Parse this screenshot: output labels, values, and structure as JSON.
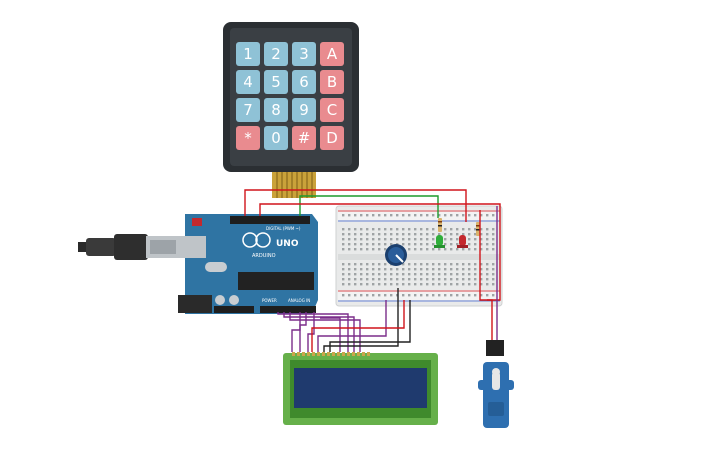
{
  "keypad": {
    "keys": [
      {
        "label": "1",
        "type": "digit"
      },
      {
        "label": "2",
        "type": "digit"
      },
      {
        "label": "3",
        "type": "digit"
      },
      {
        "label": "A",
        "type": "letter"
      },
      {
        "label": "4",
        "type": "digit"
      },
      {
        "label": "5",
        "type": "digit"
      },
      {
        "label": "6",
        "type": "digit"
      },
      {
        "label": "B",
        "type": "letter"
      },
      {
        "label": "7",
        "type": "digit"
      },
      {
        "label": "8",
        "type": "digit"
      },
      {
        "label": "9",
        "type": "digit"
      },
      {
        "label": "C",
        "type": "letter"
      },
      {
        "label": "*",
        "type": "letter"
      },
      {
        "label": "0",
        "type": "digit"
      },
      {
        "label": "#",
        "type": "letter"
      },
      {
        "label": "D",
        "type": "letter"
      }
    ],
    "colors": {
      "body": "#2b2f33",
      "digit": "#8fc2d6",
      "letter": "#e98b8f"
    }
  },
  "arduino": {
    "brand": "ARDUINO",
    "model": "UNO",
    "power_label": "POWER",
    "analog_label": "ANALOG IN",
    "digital_label": "DIGITAL (PWM ~)",
    "color": "#2f74a3"
  },
  "lcd": {
    "screen_color": "#1f3a6e",
    "board_color": "#66b04a"
  },
  "wire_colors": {
    "red": "#d0141b",
    "green": "#1d9a2c",
    "purple": "#7b2d8a",
    "black": "#222222"
  },
  "leds": [
    {
      "color": "#2fae3a"
    },
    {
      "color": "#c4282d"
    }
  ]
}
